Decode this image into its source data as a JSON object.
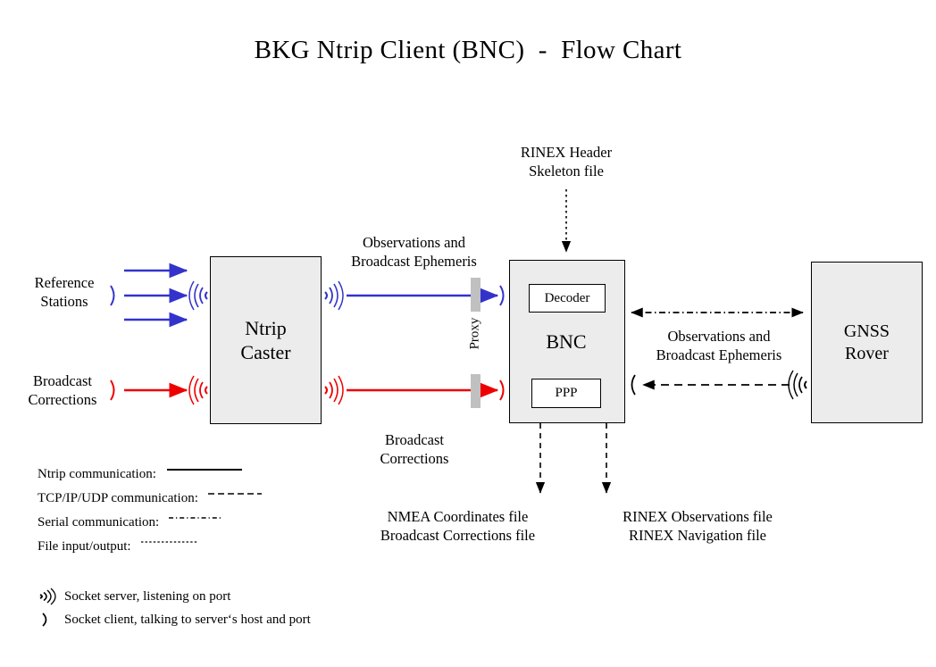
{
  "title": "BKG Ntrip Client (BNC)  -  Flow Chart",
  "colors": {
    "ntrip_blue": "#3333CC",
    "corrections_red": "#EE0000",
    "box_fill": "#ECECEC",
    "box_border": "#000000",
    "proxy_bar": "#C0C0C0",
    "line_black": "#000000"
  },
  "nodes": {
    "reference_stations": "Reference\nStations",
    "broadcast_corrections_in": "Broadcast\nCorrections",
    "ntrip_caster": "Ntrip\nCaster",
    "bnc": "BNC",
    "decoder": "Decoder",
    "ppp": "PPP",
    "gnss_rover": "GNSS\nRover",
    "proxy": "Proxy"
  },
  "edge_labels": {
    "obs_and_ephemeris_caster_to_bnc": "Observations and\nBroadcast Ephemeris",
    "broadcast_corrections_caster_to_bnc": "Broadcast\nCorrections",
    "rinex_header_skeleton": "RINEX Header\nSkeleton file",
    "obs_and_ephemeris_bnc_to_rover": "Observations and\nBroadcast Ephemeris",
    "nmea_outputs": "NMEA Coordinates file\nBroadcast Corrections file",
    "rinex_outputs": "RINEX Observations file\nRINEX Navigation file"
  },
  "legend": {
    "lines": [
      {
        "label": "Ntrip communication:",
        "style": "solid"
      },
      {
        "label": "TCP/IP/UDP communication:",
        "style": "dashed"
      },
      {
        "label": "Serial communication:",
        "style": "dash-dot"
      },
      {
        "label": "File input/output:",
        "style": "dotted"
      }
    ],
    "sockets": [
      {
        "icon": "socket-server-icon",
        "label": "Socket server, listening on port"
      },
      {
        "icon": "socket-client-icon",
        "label": "Socket client, talking to server‘s host and port"
      }
    ]
  }
}
